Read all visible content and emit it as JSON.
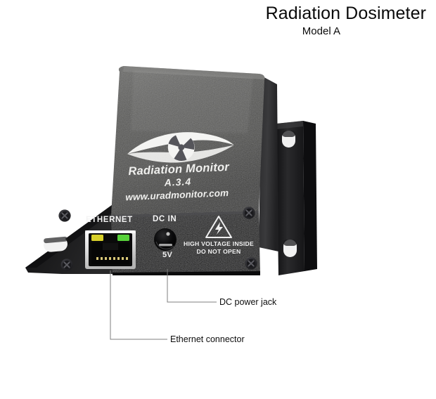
{
  "header": {
    "title": "Radiation Dosimeter",
    "model": "Model A"
  },
  "device": {
    "lid_label": {
      "logo_icon": "radiation-eye-logo",
      "name": "Radiation Monitor",
      "version": "A.3.4",
      "website": "www.uradmonitor.com"
    },
    "front_panel": {
      "ethernet_label": "ETHERNET",
      "dc_in_label": "DC IN",
      "voltage_label": "5V",
      "warning_icon": "high-voltage-triangle-icon",
      "warning_line1": "HIGH VOLTAGE INSIDE",
      "warning_line2": "DO NOT OPEN",
      "screw_icon": "phillips-screw-icon",
      "ethernet_port_icon": "rj45-jack-icon",
      "led_left_color": "#d8d02a",
      "led_right_color": "#58d23a",
      "dc_jack_icon": "barrel-jack-icon"
    },
    "bracket": {
      "mounting_hole_icon": "slot-hole-icon"
    },
    "colors": {
      "lid_top": "#5b5b59",
      "lid_shade": "#4a4a48",
      "front_panel": "#18181b",
      "side_dark": "#232325",
      "bracket": "#1f1f21",
      "label_text": "#f2f2f2",
      "leader_line": "#7f7f7f"
    }
  },
  "callouts": [
    {
      "id": "dc-power-jack",
      "label": "DC power jack"
    },
    {
      "id": "ethernet-connector",
      "label": "Ethernet connector"
    }
  ]
}
